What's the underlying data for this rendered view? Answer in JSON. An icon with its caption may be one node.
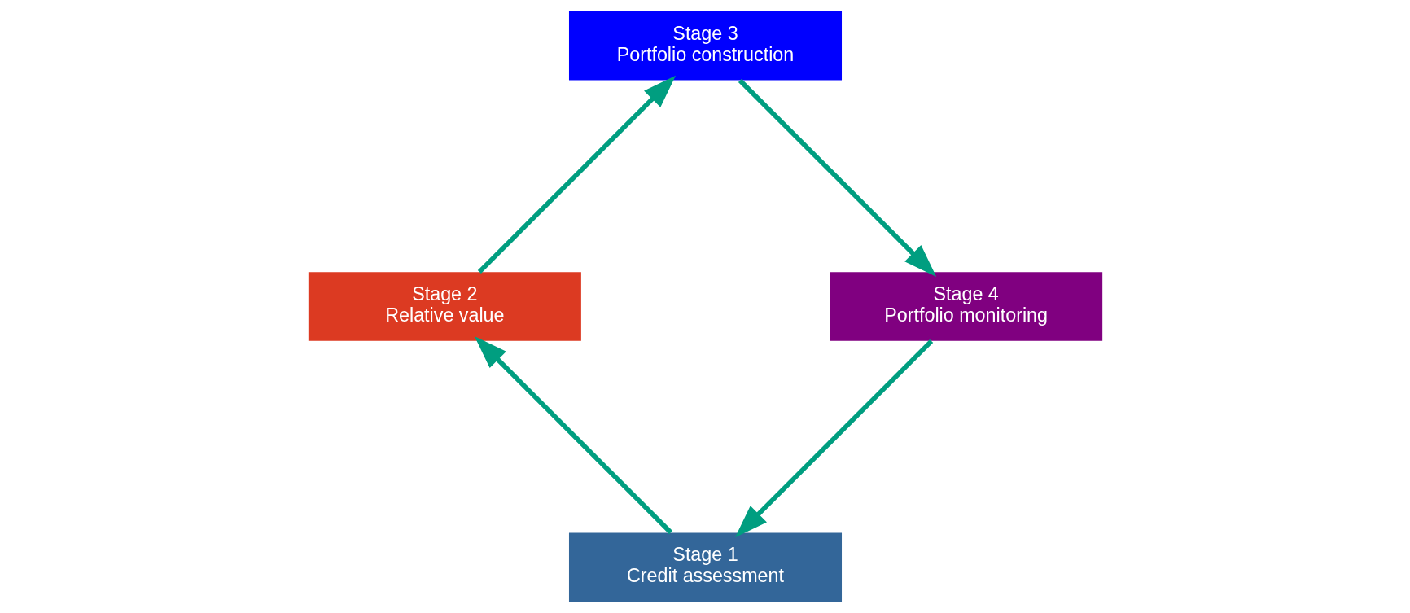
{
  "diagram": {
    "nodes": [
      {
        "text": [
          "Stage 1",
          "Credit assessment"
        ]
      },
      {
        "text": [
          "Stage 2",
          "Relative value"
        ]
      },
      {
        "text": [
          "Stage 3",
          "Portfolio construction"
        ]
      },
      {
        "text": [
          "Stage 4",
          "Portfolio monitoring"
        ]
      }
    ],
    "edges": [
      {
        "from": 0,
        "to": 1,
        "arrow": "to"
      },
      {
        "from": 1,
        "to": 2,
        "arrow": "to"
      },
      {
        "from": 2,
        "to": 3,
        "arrow": "to"
      },
      {
        "from": 3,
        "to": 0,
        "arrow": "to"
      }
    ]
  }
}
